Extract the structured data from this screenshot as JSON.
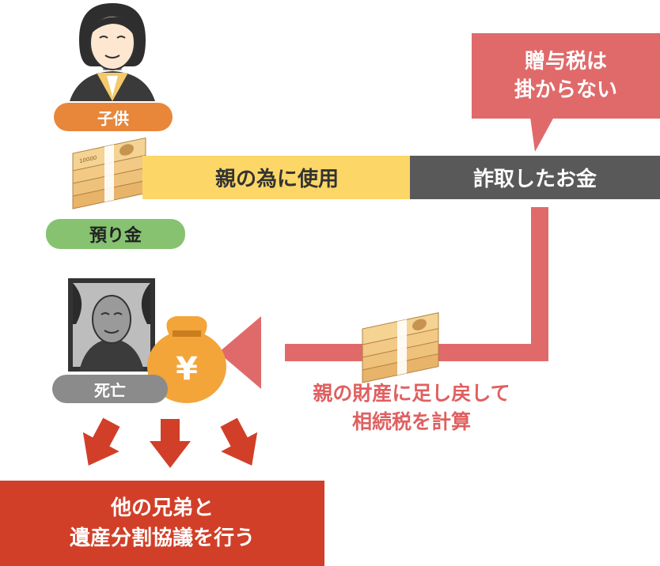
{
  "labels": {
    "child": "子供",
    "deposit": "預り金",
    "death": "死亡",
    "used_for_parent": "親の為に使用",
    "embezzled": "詐取したお金",
    "gift_tax_line1": "贈与税は",
    "gift_tax_line2": "掛からない",
    "recalc_line1": "親の財産に足し戻して",
    "recalc_line2": "相続税を計算",
    "result_line1": "他の兄弟と",
    "result_line2": "遺産分割協議を行う",
    "yen_symbol": "¥",
    "bill_text": "10000"
  },
  "colors": {
    "orange": "#e8873a",
    "green": "#86c270",
    "gray": "#8b8b8b",
    "yellow": "#fcd767",
    "dark": "#595959",
    "pink_red": "#e06a6a",
    "result_red": "#d13f28",
    "arrow_red": "#d13f28",
    "money_tan": "#f0c67f"
  }
}
